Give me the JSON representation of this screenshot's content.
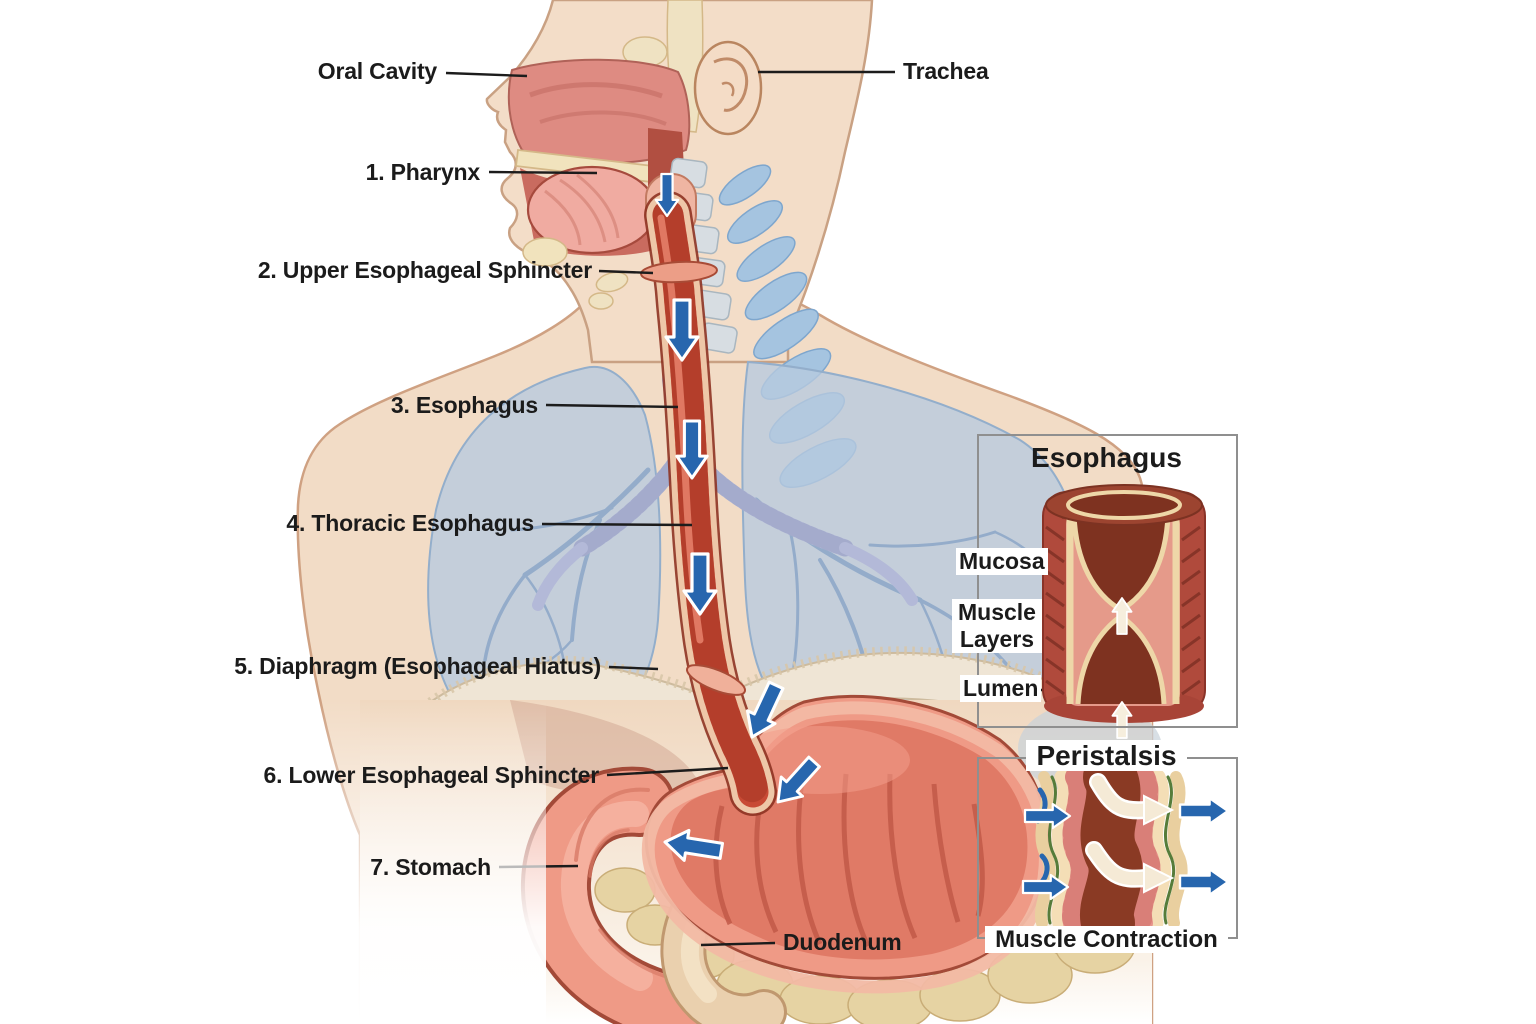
{
  "figure": {
    "description": "Anatomical illustration of the esophagus and swallowing pathway, sagittal head and anterior torso view",
    "labels": {
      "oral_cavity": "Oral Cavity",
      "trachea": "Trachea",
      "pharynx": "1. Pharynx",
      "upper_esophageal_sphincter": "2. Upper Esophageal Sphincter",
      "esophagus": "3. Esophagus",
      "thoracic_esophagus": "4. Thoracic Esophagus",
      "diaphragm": "5. Diaphragm (Esophageal Hiatus)",
      "lower_esophageal_sphincter": "6. Lower Esophageal Sphincter",
      "stomach": "7. Stomach",
      "duodenum": "Duodenum"
    }
  },
  "inset_esophagus": {
    "title": "Esophagus",
    "labels": {
      "mucosa": "Mucosa",
      "muscle_layers": "Muscle Layers",
      "lumen": "Lumen"
    }
  },
  "inset_peristalsis": {
    "title": "Peristalsis",
    "caption": "Muscle Contraction"
  },
  "colors": {
    "background": "#ffffff",
    "skin": "#f2dcc6",
    "skin_outline": "#c9a183",
    "bone_cream": "#f1e3bd",
    "cavity_pink": "#de8b82",
    "tongue_pink": "#f0aba1",
    "vertebra_gray": "#d7dde2",
    "spine_blue": "#a5c4e0",
    "lung_blue": "#b7cadf",
    "bronchus_mauve": "#b3b9d8",
    "esophagus_red": "#c84a35",
    "sheath_cream": "#eec7a8",
    "diaphragm_cream": "#efe5d5",
    "stomach_salmon": "#ef9a86",
    "stomach_interior": "#e07a66",
    "rugae": "#c25a48",
    "pancreas_tan": "#e6d3a3",
    "duodenum_tan": "#ead0ae",
    "arrow_blue": "#2766ae",
    "arrow_cream": "#f5ead6",
    "leader_line": "#1c1c1c",
    "box_border": "#8f8f8f",
    "serosa_green": "#567c3a"
  }
}
